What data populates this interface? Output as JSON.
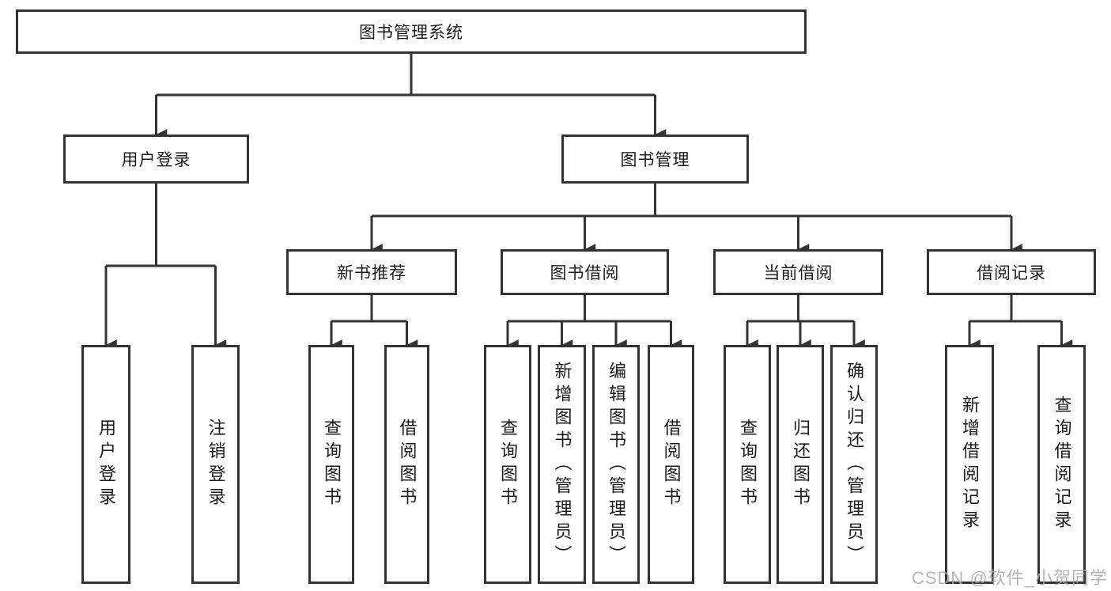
{
  "colors": {
    "line": "#333333",
    "box_border": "#333333",
    "box_fill": "#ffffff",
    "text": "#1c1c1c",
    "watermark": "#a9a9a9",
    "background": "#ffffff"
  },
  "watermark": {
    "text": "CSDN @软件_小贺同学"
  },
  "tree": {
    "root": {
      "label": "图书管理系统"
    },
    "user_login": {
      "label": "用户登录",
      "children": [
        {
          "label": "用户登录"
        },
        {
          "label": "注销登录"
        }
      ]
    },
    "book_management": {
      "label": "图书管理",
      "groups": [
        {
          "label": "新书推荐",
          "children": [
            {
              "label": "查询图书"
            },
            {
              "label": "借阅图书"
            }
          ]
        },
        {
          "label": "图书借阅",
          "children": [
            {
              "label": "查询图书"
            },
            {
              "label": "新增图书（管理员）"
            },
            {
              "label": "编辑图书（管理员）"
            },
            {
              "label": "借阅图书"
            }
          ]
        },
        {
          "label": "当前借阅",
          "children": [
            {
              "label": "查询图书"
            },
            {
              "label": "归还图书"
            },
            {
              "label": "确认归还（管理员）"
            }
          ]
        },
        {
          "label": "借阅记录",
          "children": [
            {
              "label": "新增借阅记录"
            },
            {
              "label": "查询借阅记录"
            }
          ]
        }
      ]
    }
  }
}
